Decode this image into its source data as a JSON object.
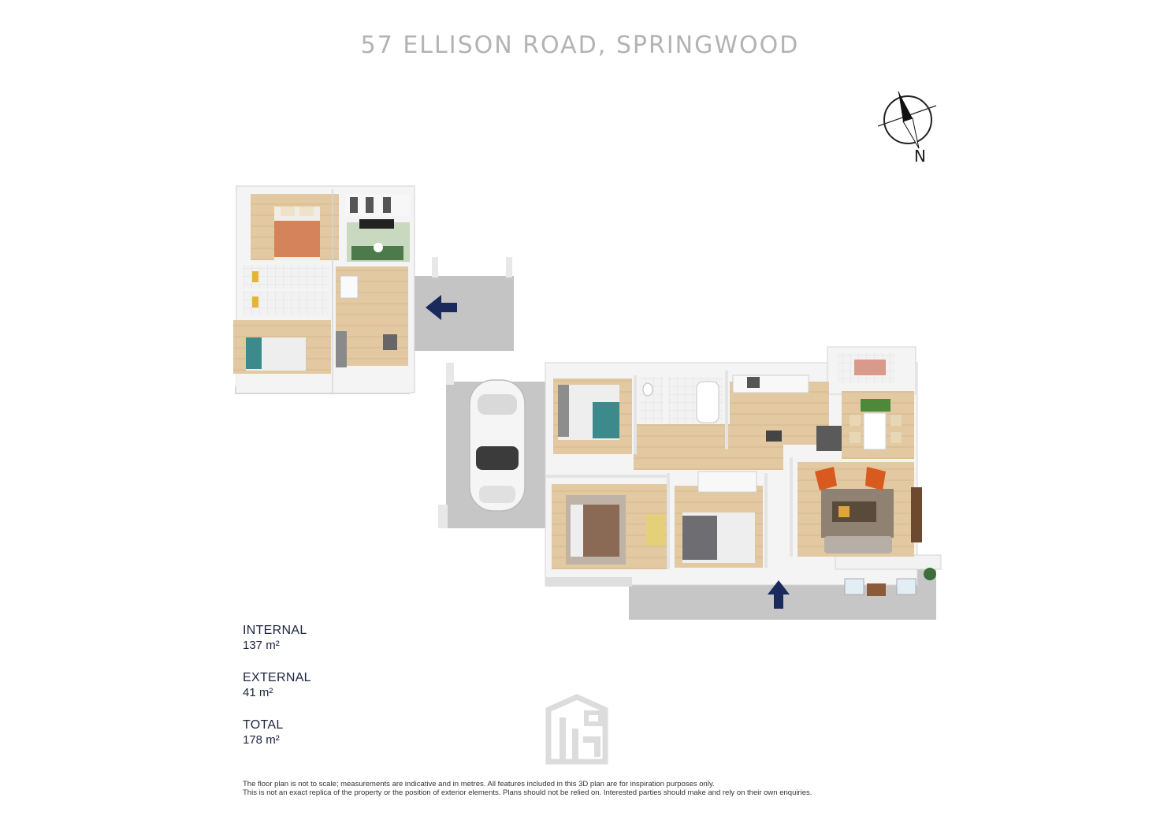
{
  "title": "57 ELLISON ROAD, SPRINGWOOD",
  "compass": {
    "label": "N"
  },
  "areas": [
    {
      "label": "INTERNAL",
      "value": "137 m²"
    },
    {
      "label": "EXTERNAL",
      "value": "41 m²"
    },
    {
      "label": "TOTAL",
      "value": "178 m²"
    }
  ],
  "disclaimer": {
    "line1": "The floor plan is not to scale; measurements are indicative and in metres. All features included in this 3D plan are for inspiration purposes only.",
    "line2": "This is not an exact replica of the property or the position of exterior elements. Plans should not be relied on. Interested parties should make and rely on their own enquiries."
  },
  "colors": {
    "floor_wood": "#e2c9a2",
    "wall": "#f4f4f4",
    "wall_shadow": "#d6d6d6",
    "outdoor": "#c2c2c2",
    "arrow": "#1a2a5c",
    "bed_teal": "#3d8a8c",
    "bed_brown": "#8b6a55",
    "bed_grey": "#6e6e72",
    "bed_orange": "#d4835a",
    "chair_orange": "#d95a1e"
  }
}
